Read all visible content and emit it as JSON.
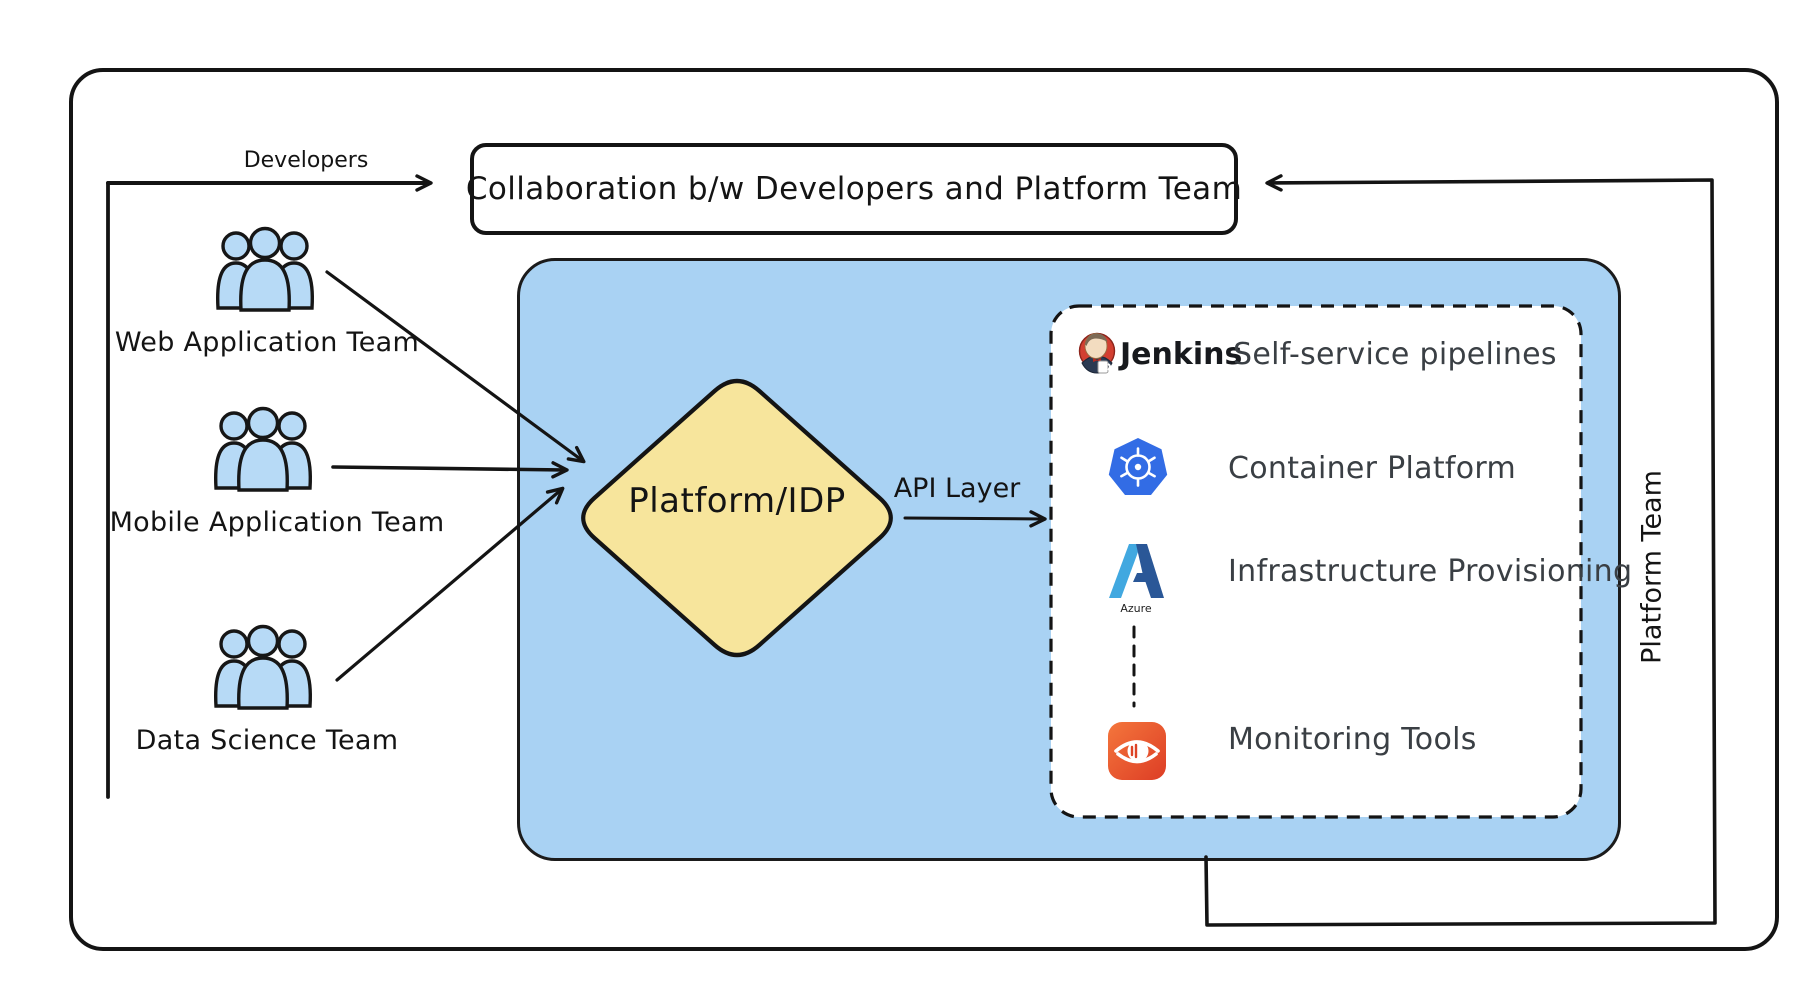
{
  "diagram": {
    "top": {
      "developers_arrow_label": "Developers",
      "collaboration_title": "Collaboration b/w Developers and Platform Team"
    },
    "teams": [
      {
        "id": "web",
        "label": "Web Application Team"
      },
      {
        "id": "mobile",
        "label": "Mobile Application Team"
      },
      {
        "id": "data-science",
        "label": "Data Science Team"
      }
    ],
    "platform_box": {
      "diamond_label": "Platform/IDP",
      "api_arrow_label": "API Layer",
      "services": [
        {
          "icon": "jenkins-icon",
          "wordmark": "Jenkins",
          "label": "Self-service pipelines"
        },
        {
          "icon": "kubernetes-icon",
          "label": "Container Platform"
        },
        {
          "icon": "azure-icon",
          "icon_caption": "Azure",
          "label": "Infrastructure Provisioning"
        },
        {
          "icon": "monitoring-eye-icon",
          "label": "Monitoring Tools"
        }
      ]
    },
    "right": {
      "platform_team_label": "Platform Team"
    }
  },
  "colors": {
    "canvas_bg": "#ffffff",
    "stroke": "#141414",
    "platform_box_fill": "#a9d2f3",
    "diamond_fill": "#f7e59c",
    "team_icon_fill": "#b7daf6",
    "kubernetes_blue": "#326ce5",
    "jenkins_red": "#d23f31",
    "azure_light_blue": "#41a8e0",
    "azure_dark_blue": "#2a5797",
    "monitoring_orange": "#e8502b",
    "service_text_color": "#3a3f44"
  }
}
